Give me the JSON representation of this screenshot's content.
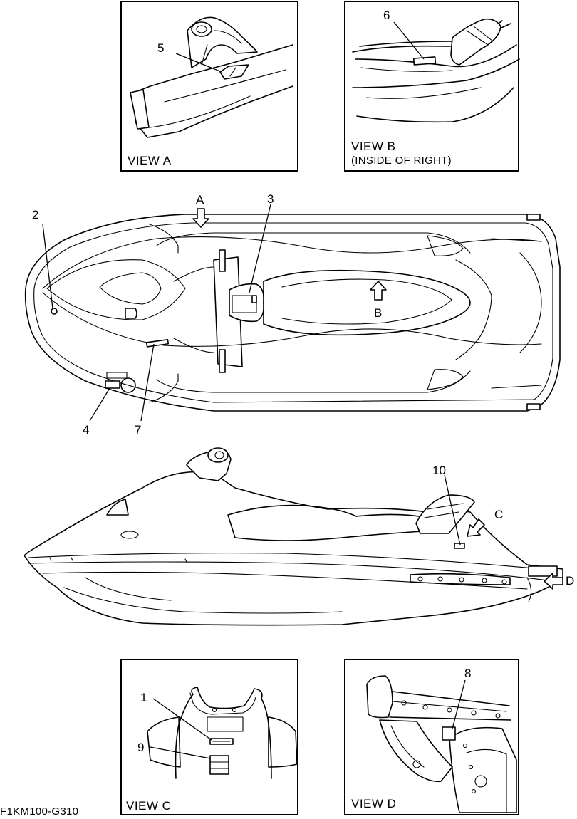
{
  "views": {
    "a": {
      "label": "VIEW A"
    },
    "b": {
      "label": "VIEW B",
      "sublabel": "(INSIDE OF RIGHT)"
    },
    "c": {
      "label": "VIEW C"
    },
    "d": {
      "label": "VIEW D"
    }
  },
  "arrows": {
    "a": "A",
    "b": "B",
    "c": "C",
    "d": "D"
  },
  "callouts": {
    "c1": "1",
    "c2": "2",
    "c3": "3",
    "c4": "4",
    "c5": "5",
    "c6": "6",
    "c7": "7",
    "c8": "8",
    "c9": "9",
    "c10": "10"
  },
  "figure_code": "F1KM100-G310"
}
